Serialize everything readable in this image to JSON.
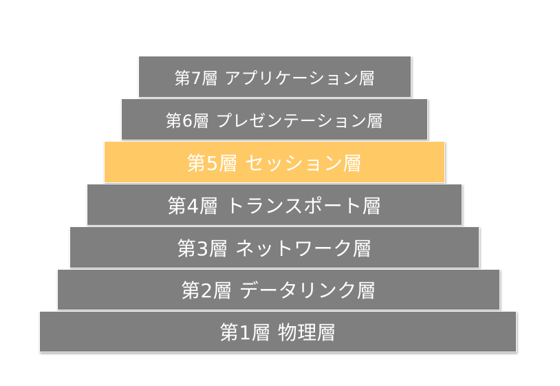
{
  "diagram": {
    "layers": [
      {
        "label": "第7層 アプリケーション層"
      },
      {
        "label": "第6層 プレゼンテーション層"
      },
      {
        "label": "第5層 セッション層",
        "highlighted": true
      },
      {
        "label": "第4層 トランスポート層"
      },
      {
        "label": "第3層 ネットワーク層"
      },
      {
        "label": "第2層 データリンク層"
      },
      {
        "label": "第1層 物理層"
      }
    ]
  },
  "colors": {
    "layer_fill": "#7f7f7f",
    "highlight_fill": "#ffc966",
    "text": "#ffffff"
  }
}
